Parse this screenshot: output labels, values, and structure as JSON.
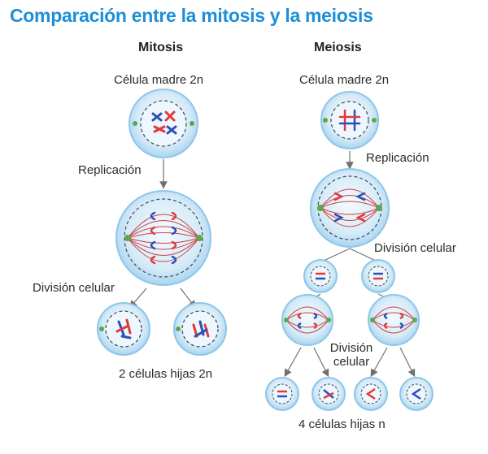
{
  "title": "Comparación entre la mitosis y la meiosis",
  "mitosis": {
    "heading": "Mitosis",
    "parent_label": "Célula madre 2n",
    "replication_label": "Replicación",
    "division_label": "División celular",
    "result_label": "2 células hijas 2n"
  },
  "meiosis": {
    "heading": "Meiosis",
    "parent_label": "Célula madre 2n",
    "replication_label": "Replicación",
    "division1_label": "División celular",
    "division2_label_line1": "División",
    "division2_label_line2": "celular",
    "result_label": "4 células hijas n"
  },
  "colors": {
    "title": "#1e8fd6",
    "cell_fill": "#cfe7f6",
    "cell_edge": "#8ec6ea",
    "nucleus_fill": "#e8f4fb",
    "chromosome_red": "#e03a3a",
    "chromosome_blue": "#2a4fb8",
    "spindle": "#d04040",
    "centriole": "#5aa84a",
    "arrow": "#707070"
  }
}
